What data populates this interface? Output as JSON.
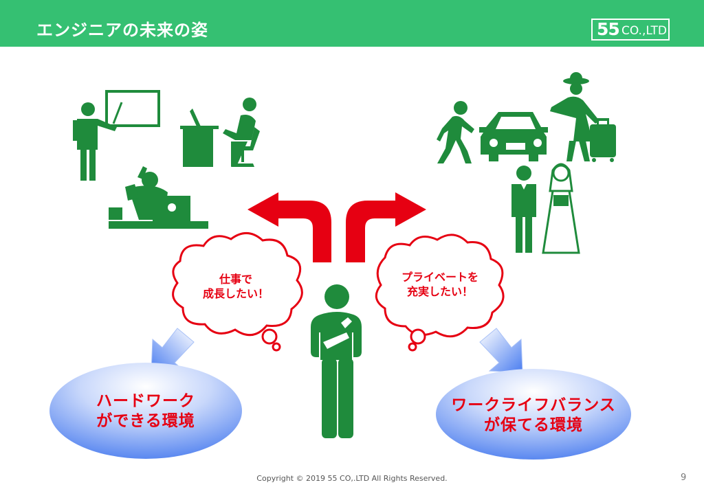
{
  "header": {
    "title": "エンジニアの未来の姿",
    "logo_number": "55",
    "logo_company": "CO.,LTD"
  },
  "thoughts": {
    "left": {
      "line1": "仕事で",
      "line2": "成長したい！"
    },
    "right": {
      "line1": "プライベートを",
      "line2": "充実したい！"
    }
  },
  "outcomes": {
    "left": {
      "line1": "ハードワーク",
      "line2": "ができる環境"
    },
    "right": {
      "line1": "ワークライフバランス",
      "line2": "が保てる環境"
    }
  },
  "footer": {
    "copyright": "Copyright © 2019 55 CO,.LTD All Rights Reserved.",
    "page_number": "9"
  },
  "colors": {
    "header_green": "#35c072",
    "figure_green": "#1f8b3c",
    "accent_red": "#e60012",
    "arrow_blue": "#4a7df0"
  },
  "icons": [
    "presenter-icon",
    "desk-worker-icon",
    "laptop-worker-icon",
    "walker-icon",
    "car-icon",
    "traveler-icon",
    "wedding-couple-icon",
    "thinking-person-icon"
  ]
}
